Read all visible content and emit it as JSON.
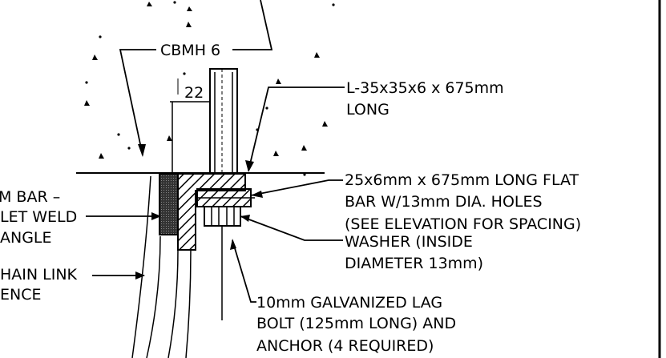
{
  "labels": {
    "cbmh": "CBMH 6",
    "dim": "22",
    "angle_line1": "L-35x35x6 x 675mm",
    "angle_line2": "LONG",
    "flatbar_line1": "25x6mm x 675mm LONG FLAT",
    "flatbar_line2": "BAR W/13mm DIA. HOLES",
    "flatbar_line3": "(SEE ELEVATION FOR SPACING)",
    "washer_line1": "WASHER (INSIDE",
    "washer_line2": "DIAMETER 13mm)",
    "bolt_line1": "10mm GALVANIZED LAG",
    "bolt_line2": "BOLT (125mm LONG) AND",
    "bolt_line3": "ANCHOR (4 REQUIRED)",
    "left_line1": "M BAR –",
    "left_line2": "LET WELD",
    "left_line3": "ANGLE",
    "fence_line1": "HAIN LINK",
    "fence_line2": "ENCE"
  }
}
